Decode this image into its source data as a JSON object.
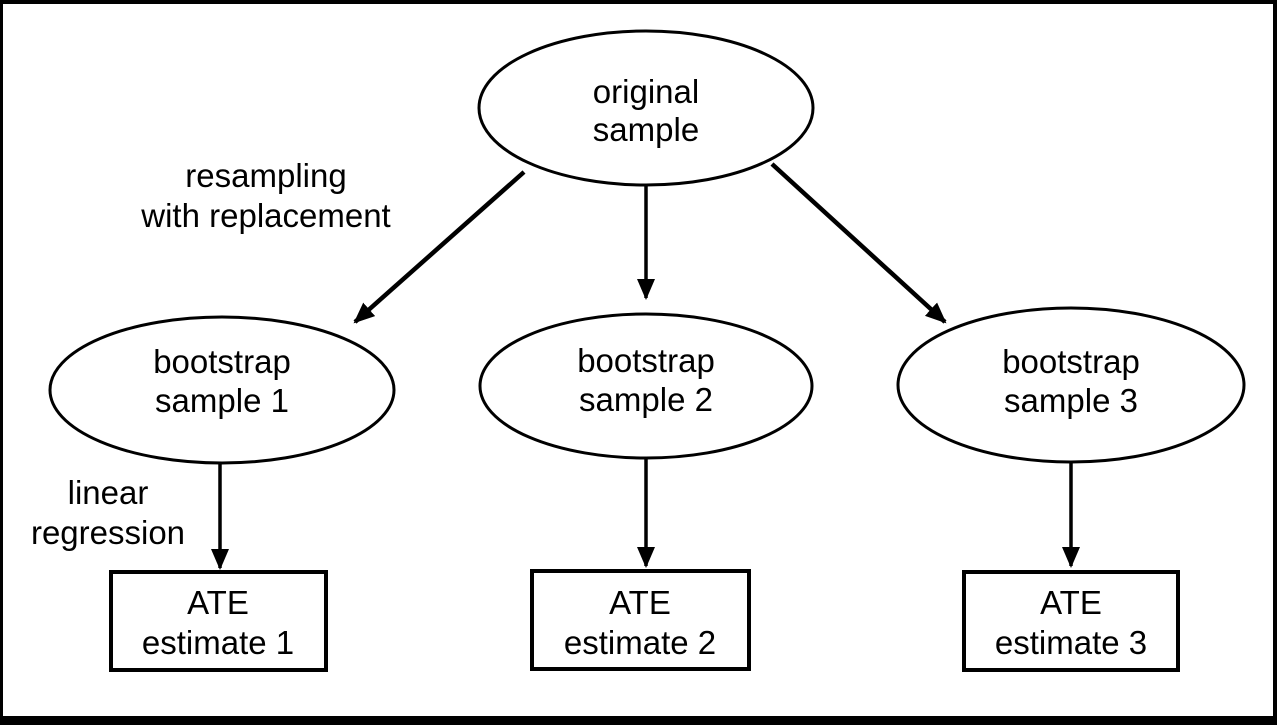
{
  "diagram": {
    "background": "#ffffff",
    "line_color": "#000000",
    "text_color": "#000000",
    "nodes": {
      "original": {
        "line1": "original",
        "line2": "sample"
      },
      "bootstrap1": {
        "line1": "bootstrap",
        "line2": "sample 1"
      },
      "bootstrap2": {
        "line1": "bootstrap",
        "line2": "sample 2"
      },
      "bootstrap3": {
        "line1": "bootstrap",
        "line2": "sample 3"
      },
      "ate1": {
        "line1": "ATE",
        "line2": "estimate 1"
      },
      "ate2": {
        "line1": "ATE",
        "line2": "estimate 2"
      },
      "ate3": {
        "line1": "ATE",
        "line2": "estimate 3"
      }
    },
    "edge_labels": {
      "resampling": {
        "line1": "resampling",
        "line2": "with replacement"
      },
      "regression": {
        "line1": "linear",
        "line2": "regression"
      }
    }
  }
}
